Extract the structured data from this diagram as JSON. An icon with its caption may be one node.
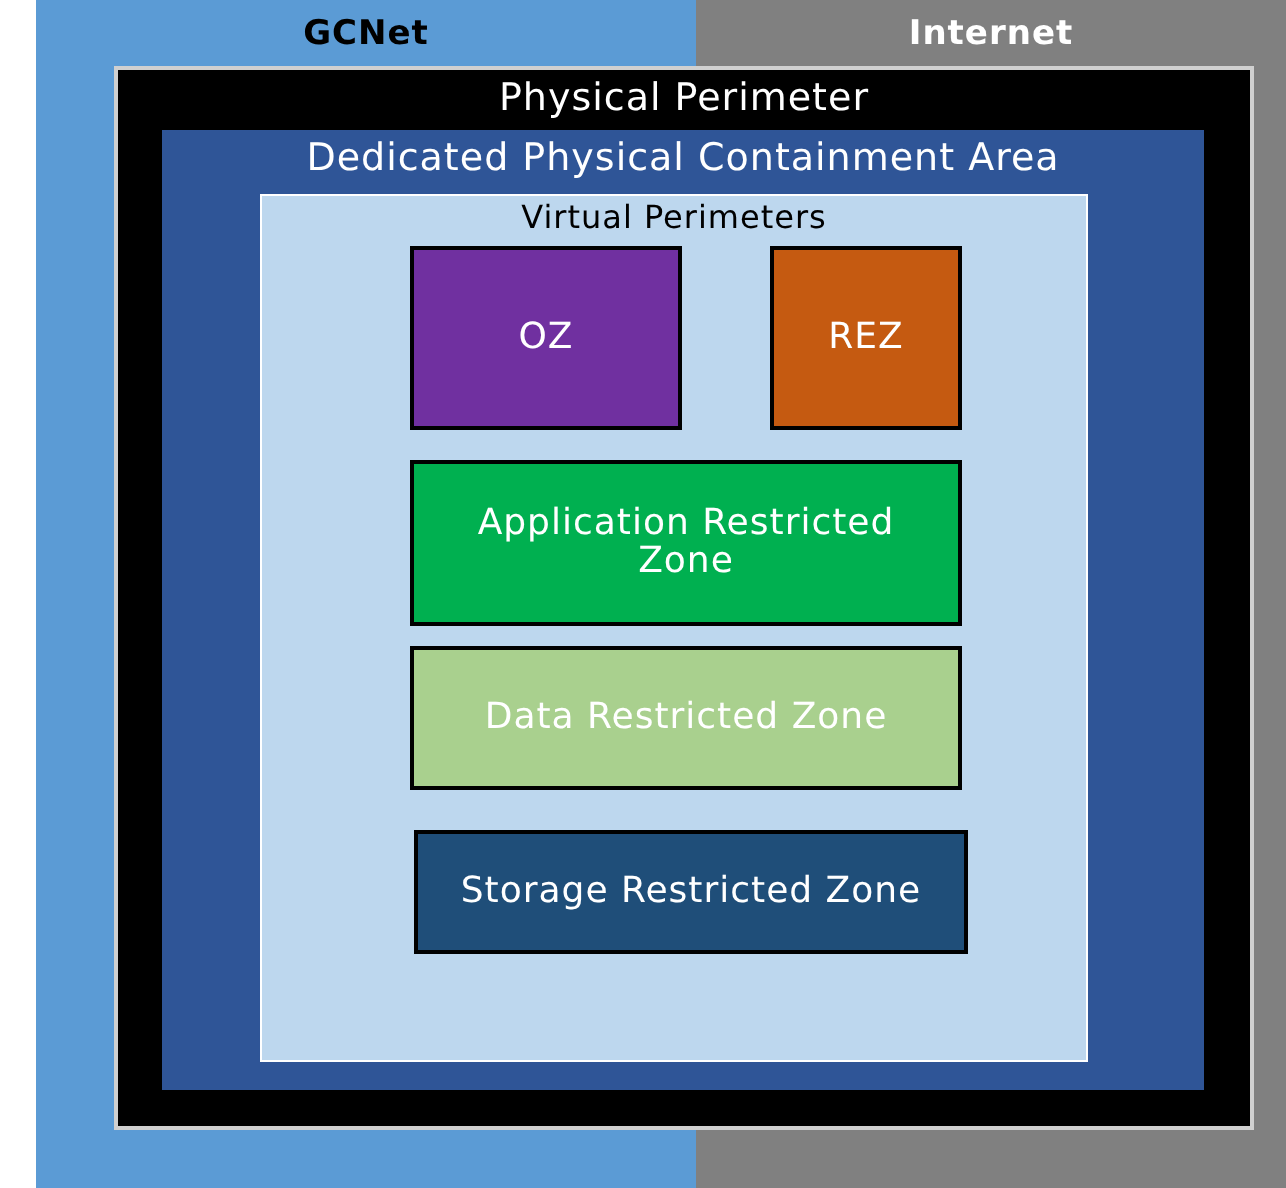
{
  "diagram": {
    "nodes": [
      {
        "text": [
          "GCNet"
        ]
      },
      {
        "text": [
          "Internet"
        ]
      },
      {
        "text": [
          "Physical Perimeter"
        ]
      },
      {
        "text": [
          "Dedicated Physical Containment Area"
        ],
        "in": 2
      },
      {
        "text": [
          "Virtual Perimeters"
        ],
        "in": 3
      },
      {
        "text": [
          "OZ"
        ],
        "in": 4
      },
      {
        "text": [
          "REZ"
        ],
        "in": 4
      },
      {
        "text": [
          "Application Restricted Zone"
        ],
        "in": 4
      },
      {
        "text": [
          "Data Restricted Zone"
        ],
        "in": 4
      },
      {
        "text": [
          "Storage Restricted Zone"
        ],
        "in": 4
      }
    ],
    "edges": []
  }
}
